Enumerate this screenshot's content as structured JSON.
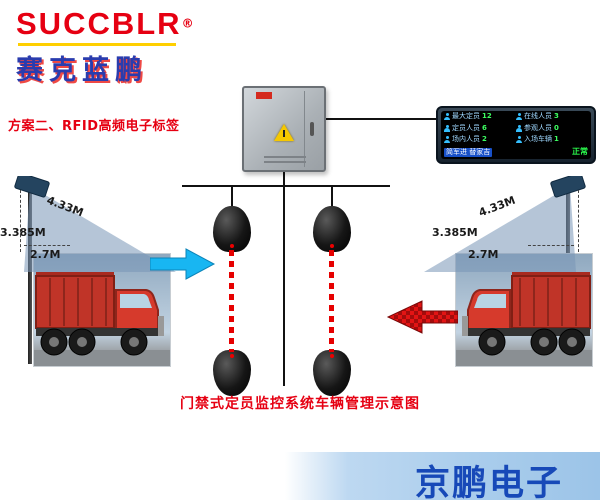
{
  "logo": {
    "brand": "SUCCBLR",
    "reg": "®",
    "name_cn": "赛克蓝鹏"
  },
  "scheme": {
    "label": "方案二、RFID高频电子标签"
  },
  "display": {
    "rows": [
      {
        "l_label": "最大定员",
        "l_value": "12",
        "r_label": "在线人员",
        "r_value": "3"
      },
      {
        "l_label": "定员人员",
        "l_value": "6",
        "r_label": "参观人员",
        "r_value": "0"
      },
      {
        "l_label": "场内人员",
        "l_value": "2",
        "r_label": "入场车辆",
        "r_value": "1"
      }
    ],
    "bottom": {
      "names": "简军进 替家吉",
      "status": "正常"
    }
  },
  "left_gauge": {
    "beam_length": "4.33M",
    "mount_height": "3.385M",
    "vehicle_height": "2.7M"
  },
  "right_gauge": {
    "beam_length": "4.33M",
    "mount_height": "3.385M",
    "vehicle_height": "2.7M"
  },
  "caption": "门禁式定员监控系统车辆管理示意图",
  "footer": {
    "brand": "京鹏电子"
  },
  "icons": {
    "person_icon": "person-silhouette",
    "warning_icon": "yellow-warning-triangle"
  },
  "colors": {
    "accent_red": "#e60012",
    "brand_blue": "#2a3cae",
    "beam_red": "#e60000",
    "arrow_blue": "#18b6f2",
    "arrow_red": "#e31414",
    "footer_blue": "#1749b8"
  }
}
